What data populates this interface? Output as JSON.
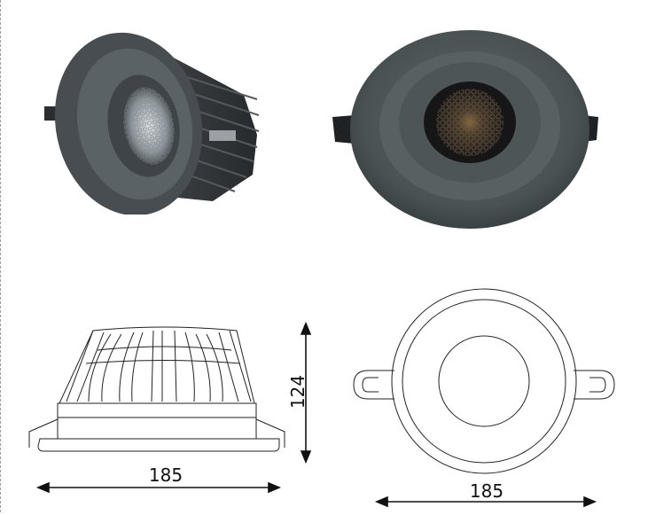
{
  "dimensions": {
    "side_width": "185",
    "side_height": "124",
    "top_diameter": "185"
  },
  "colors": {
    "housing": "#3f4447",
    "housing_dark": "#2a2e30",
    "housing_light": "#5b6265",
    "line": "#222222"
  },
  "icons": {
    "arrow": "double-headed-arrow"
  }
}
